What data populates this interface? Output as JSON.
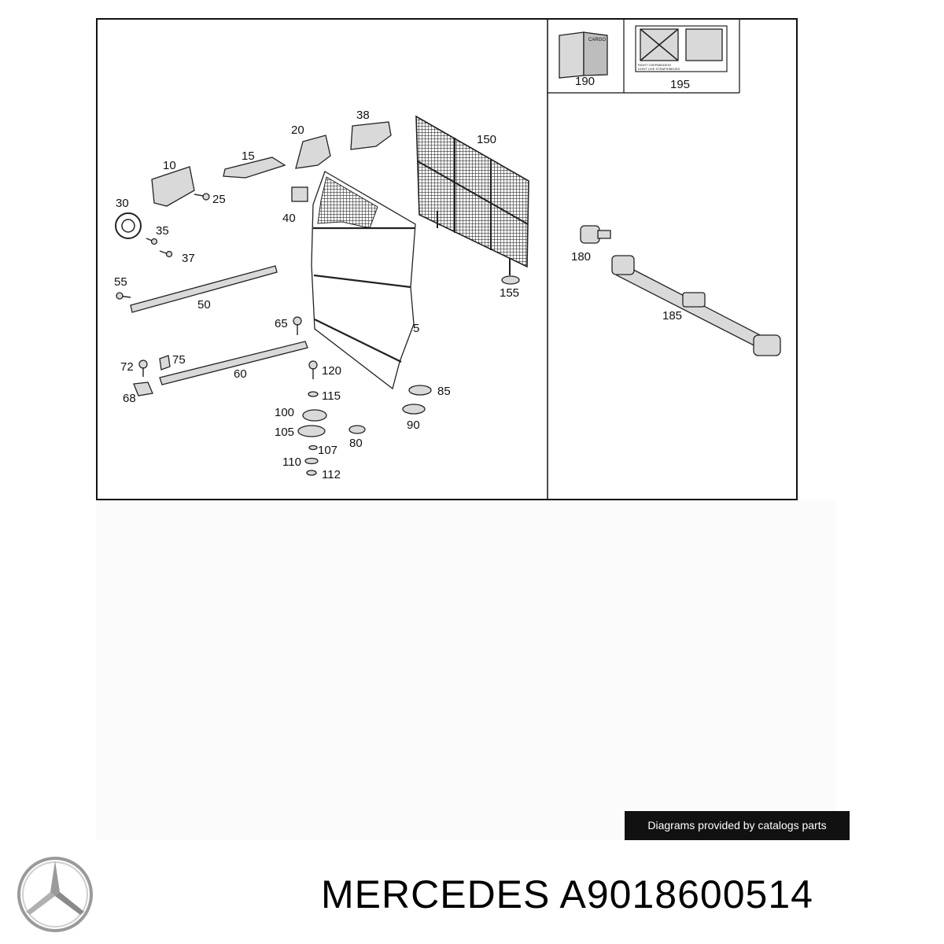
{
  "diagram": {
    "callouts": {
      "c5": "5",
      "c10": "10",
      "c15": "15",
      "c20": "20",
      "c25": "25",
      "c30": "30",
      "c35": "35",
      "c37": "37",
      "c38": "38",
      "c40": "40",
      "c50": "50",
      "c55": "55",
      "c60": "60",
      "c65": "65",
      "c68": "68",
      "c72": "72",
      "c75": "75",
      "c80": "80",
      "c85": "85",
      "c90": "90",
      "c100": "100",
      "c105": "105",
      "c107": "107",
      "c110": "110",
      "c112": "112",
      "c115": "115",
      "c120": "120",
      "c150": "150",
      "c155": "155",
      "c180": "180",
      "c185": "185",
      "c190": "190",
      "c195": "195"
    },
    "inset_190_text": "CARGO",
    "inset_195_text_1": "RIGHT OVERMIDDEN!",
    "inset_195_text_2": "DON'T USE STRAPS/BEUSS"
  },
  "watermark": "Diagrams provided by catalogs parts",
  "brand_logo": "mercedes-star-logo",
  "footer": {
    "brand": "MERCEDES",
    "part_number": "A9018600514"
  }
}
